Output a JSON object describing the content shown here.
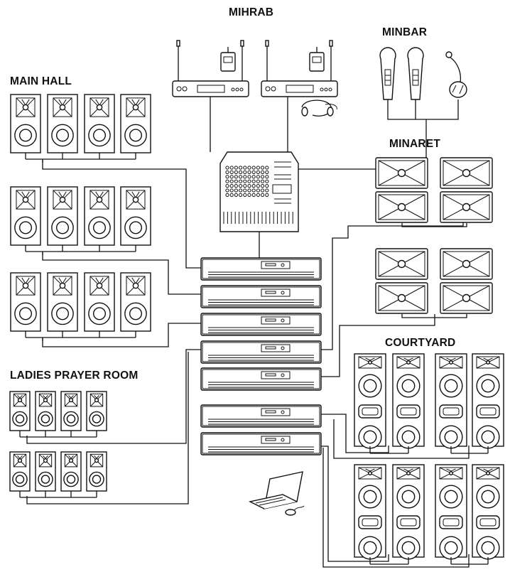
{
  "zones": {
    "mihrab": "MIHRAB",
    "minbar": "MINBAR",
    "main_hall": "MAIN HALL",
    "minaret": "MINARET",
    "courtyard": "COURTYARD",
    "ladies_prayer_room": "LADIES PRAYER ROOM"
  },
  "colors": {
    "line": "#111111",
    "background": "#ffffff"
  },
  "icons": {
    "receiver": "wireless-receiver-icon",
    "bodypack": "bodypack-transmitter-icon",
    "headset": "headset-mic-icon",
    "handheld_mic": "handheld-mic-icon",
    "gooseneck_mic": "gooseneck-mic-icon",
    "mixer": "mixer-icon",
    "amplifier": "amplifier-icon",
    "bookshelf_speaker": "speaker-icon",
    "horn_speaker": "horn-speaker-icon",
    "column_speaker": "column-speaker-icon",
    "laptop": "laptop-icon"
  },
  "counts": {
    "main_hall_speakers": 12,
    "ladies_speakers": 8,
    "minaret_horns": 8,
    "courtyard_columns": 8,
    "amplifiers": 7,
    "handheld_mics": 2
  }
}
